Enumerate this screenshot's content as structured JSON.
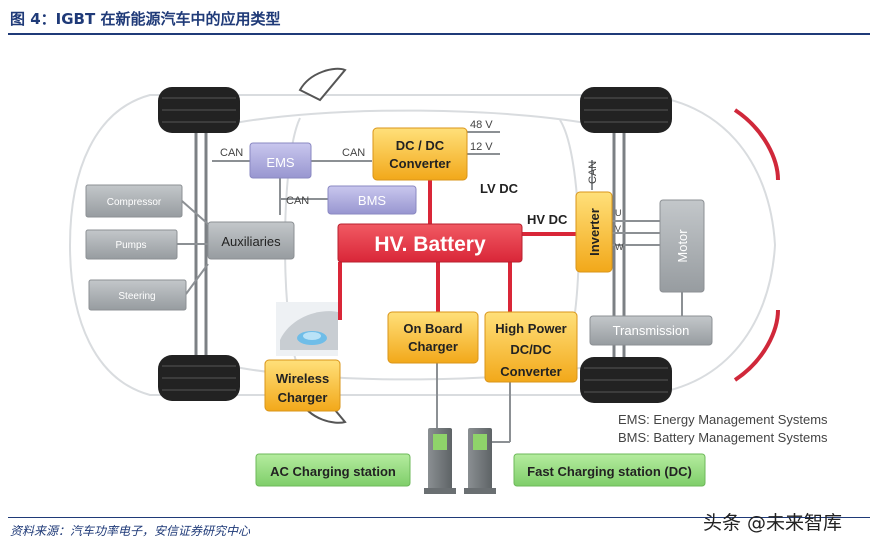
{
  "title": "图 4：IGBT 在新能源汽车中的应用类型",
  "source": "资料来源：汽车功率电子，安信证券研究中心",
  "watermark": "头条 @未来智库",
  "blocks": {
    "dcdc": [
      "DC / DC",
      "Converter"
    ],
    "ems": "EMS",
    "bms": "BMS",
    "compressor": "Compressor",
    "pumps": "Pumps",
    "steering": "Steering",
    "auxiliaries": "Auxiliaries",
    "battery": "HV. Battery",
    "inverter": "Inverter",
    "motor": "Motor",
    "transmission": "Transmission",
    "onboard": [
      "On Board",
      "Charger"
    ],
    "hpdcdc": [
      "High Power",
      "DC/DC",
      "Converter"
    ],
    "wireless": [
      "Wireless",
      "Charger"
    ],
    "ac_station": "AC Charging station",
    "fast_station": "Fast Charging station (DC)"
  },
  "labels": {
    "can1": "CAN",
    "can2": "CAN",
    "can3": "CAN",
    "can4": "CAN",
    "v48": "48 V",
    "v12": "12 V",
    "lvdc": "LV DC",
    "hvdc": "HV DC",
    "u": "U",
    "v": "V",
    "w": "W"
  },
  "legend": [
    "EMS: Energy Management Systems",
    "BMS: Battery Management Systems"
  ],
  "colors": {
    "orange": "#f5b731",
    "red": "#e03040",
    "purple": "#a9a7d9",
    "gray": "#a4a9ad",
    "green": "#8ad57a",
    "title": "#1f3a78"
  }
}
